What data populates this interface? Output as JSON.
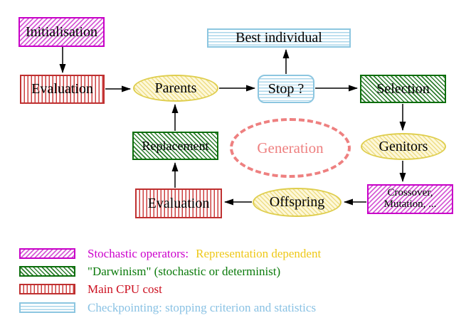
{
  "nodes": {
    "initialisation": "Initialisation",
    "evaluation_top": "Evaluation",
    "parents": "Parents",
    "stop": "Stop ?",
    "best_individual": "Best individual",
    "selection": "Selection",
    "genitors": "Genitors",
    "crossover_line1": "Crossover,",
    "crossover_line2": "Mutation, ...",
    "offspring": "Offspring",
    "evaluation_bottom": "Evaluation",
    "replacement": "Replacement",
    "generation": "Generation"
  },
  "legend": {
    "stochastic_label": "Stochastic operators:",
    "stochastic_note": "Representation dependent",
    "darwinism": "\"Darwinism\" (stochastic or determinist)",
    "cpu": "Main CPU cost",
    "checkpointing": "Checkpointing: stopping criterion and statistics"
  },
  "colors": {
    "magenta": "#cc00cc",
    "green": "#0a7a0a",
    "red": "#cc1020",
    "light_blue": "#8ac2e4",
    "yellow_node_border": "#dfce4e",
    "gold_text": "#eec818",
    "salmon": "#ee8080",
    "arrow": "#000000"
  }
}
